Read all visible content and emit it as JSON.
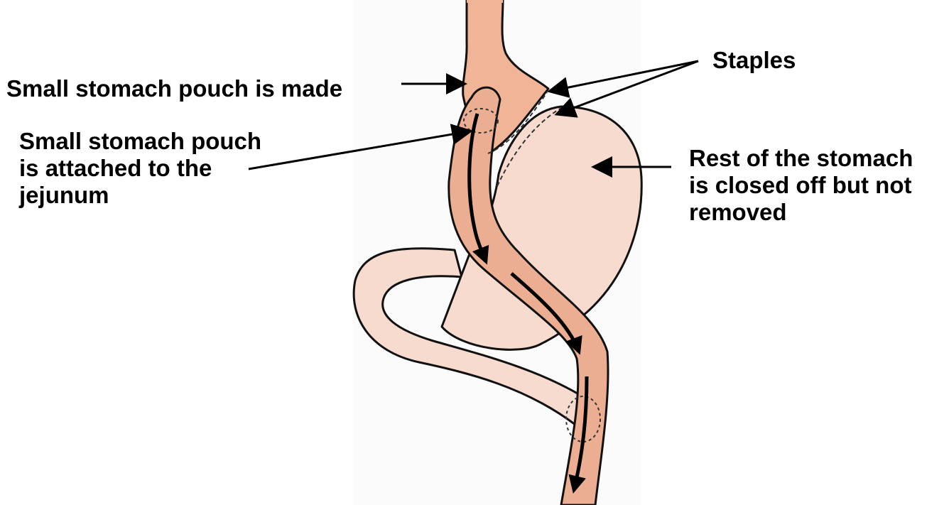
{
  "labels": {
    "pouch_made": "Small stomach pouch is made",
    "pouch_attached": [
      "Small stomach pouch",
      "is attached to the",
      "jejunum"
    ],
    "staples": "Staples",
    "rest_of_stomach": [
      "Rest of the stomach",
      "is closed off but not",
      "removed"
    ]
  },
  "colors": {
    "pouch": "#f0b497",
    "intestine": "#ebae93",
    "stomach": "#f7dbcf",
    "outline": "#111111",
    "arrow": "#000000"
  }
}
